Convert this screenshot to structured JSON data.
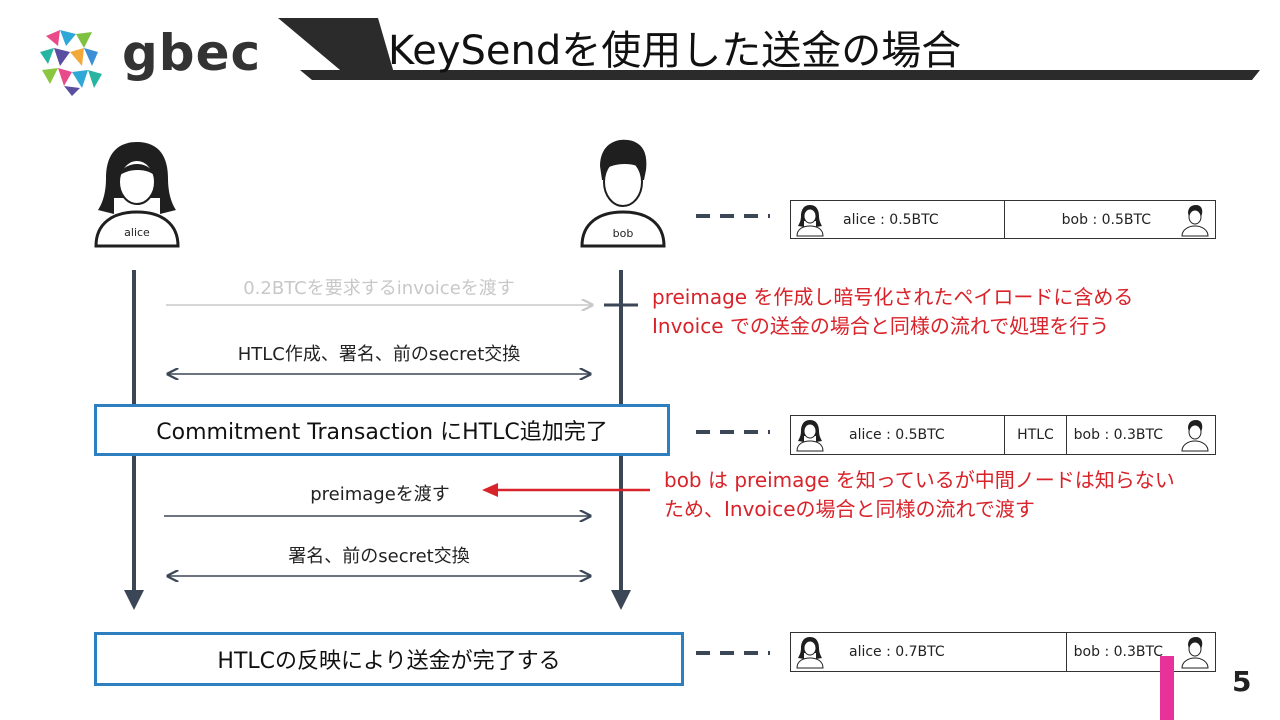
{
  "header": {
    "title": "KeySendを使用した送金の場合",
    "logo_text": "gbec"
  },
  "actors": {
    "alice_label": "alice",
    "bob_label": "bob"
  },
  "messages": {
    "m1": "0.2BTCを要求するinvoiceを渡す",
    "m2": "HTLC作成、署名、前のsecret交換",
    "m3": "preimageを渡す",
    "m4": "署名、前のsecret交換"
  },
  "boxes": {
    "commitment": "Commitment Transaction にHTLC追加完了",
    "final": "HTLCの反映により送金が完了する"
  },
  "notes": {
    "note1_line1": "preimage を作成し暗号化されたペイロードに含める",
    "note1_line2": "Invoice での送金の場合と同様の流れで処理を行う",
    "note2_line1": "bob は preimage を知っているが中間ノードは知らない",
    "note2_line2": "ため、Invoiceの場合と同様の流れで渡す"
  },
  "channels": {
    "state1": {
      "alice": "alice : 0.5BTC",
      "bob": "bob : 0.5BTC"
    },
    "state2": {
      "alice": "alice : 0.5BTC",
      "htlc": "HTLC",
      "bob": "bob : 0.3BTC"
    },
    "state3": {
      "alice": "alice : 0.7BTC",
      "bob": "bob : 0.3BTC"
    },
    "mini_alice": "alice",
    "mini_bob": "bob"
  },
  "page_number": "5",
  "colors": {
    "accent_blue": "#2e7fc0",
    "note_red": "#d8232a",
    "lifeline": "#3b4656",
    "pink_marker": "#e8329a"
  }
}
